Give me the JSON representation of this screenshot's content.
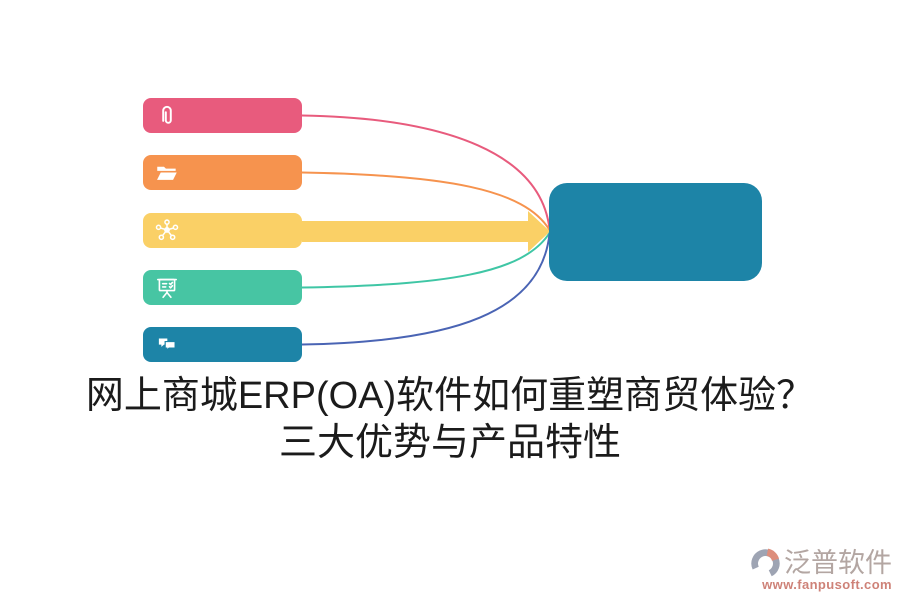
{
  "title": {
    "line1": "网上商城ERP(OA)软件如何重塑商贸体验？",
    "line2": "三大优势与产品特性"
  },
  "diagram": {
    "type": "mindmap-funnel",
    "center_node": {
      "label": "",
      "color": "#1D84A7"
    },
    "branches": [
      {
        "id": "attachment",
        "icon": "paperclip-icon",
        "color": "#E85B7D",
        "connector_color": "#E85B7D",
        "connector": "curve"
      },
      {
        "id": "folder",
        "icon": "folder-open-icon",
        "color": "#F6934E",
        "connector_color": "#F6934E",
        "connector": "curve"
      },
      {
        "id": "network",
        "icon": "network-hub-icon",
        "color": "#FAD066",
        "connector_color": "#FAD066",
        "connector": "thick-arrow"
      },
      {
        "id": "presentation",
        "icon": "presentation-board-icon",
        "color": "#47C5A3",
        "connector_color": "#3FC6A5",
        "connector": "curve"
      },
      {
        "id": "chat",
        "icon": "chat-bubbles-icon",
        "color": "#1D84A7",
        "connector_color": "#4A64B4",
        "connector": "curve"
      }
    ]
  },
  "watermark": {
    "brand": "泛普软件",
    "url": "www.fanpusoft.com",
    "brand_color": "#B3A6A2",
    "url_color": "#CE8278",
    "logo": "fanpu-logo-icon"
  }
}
